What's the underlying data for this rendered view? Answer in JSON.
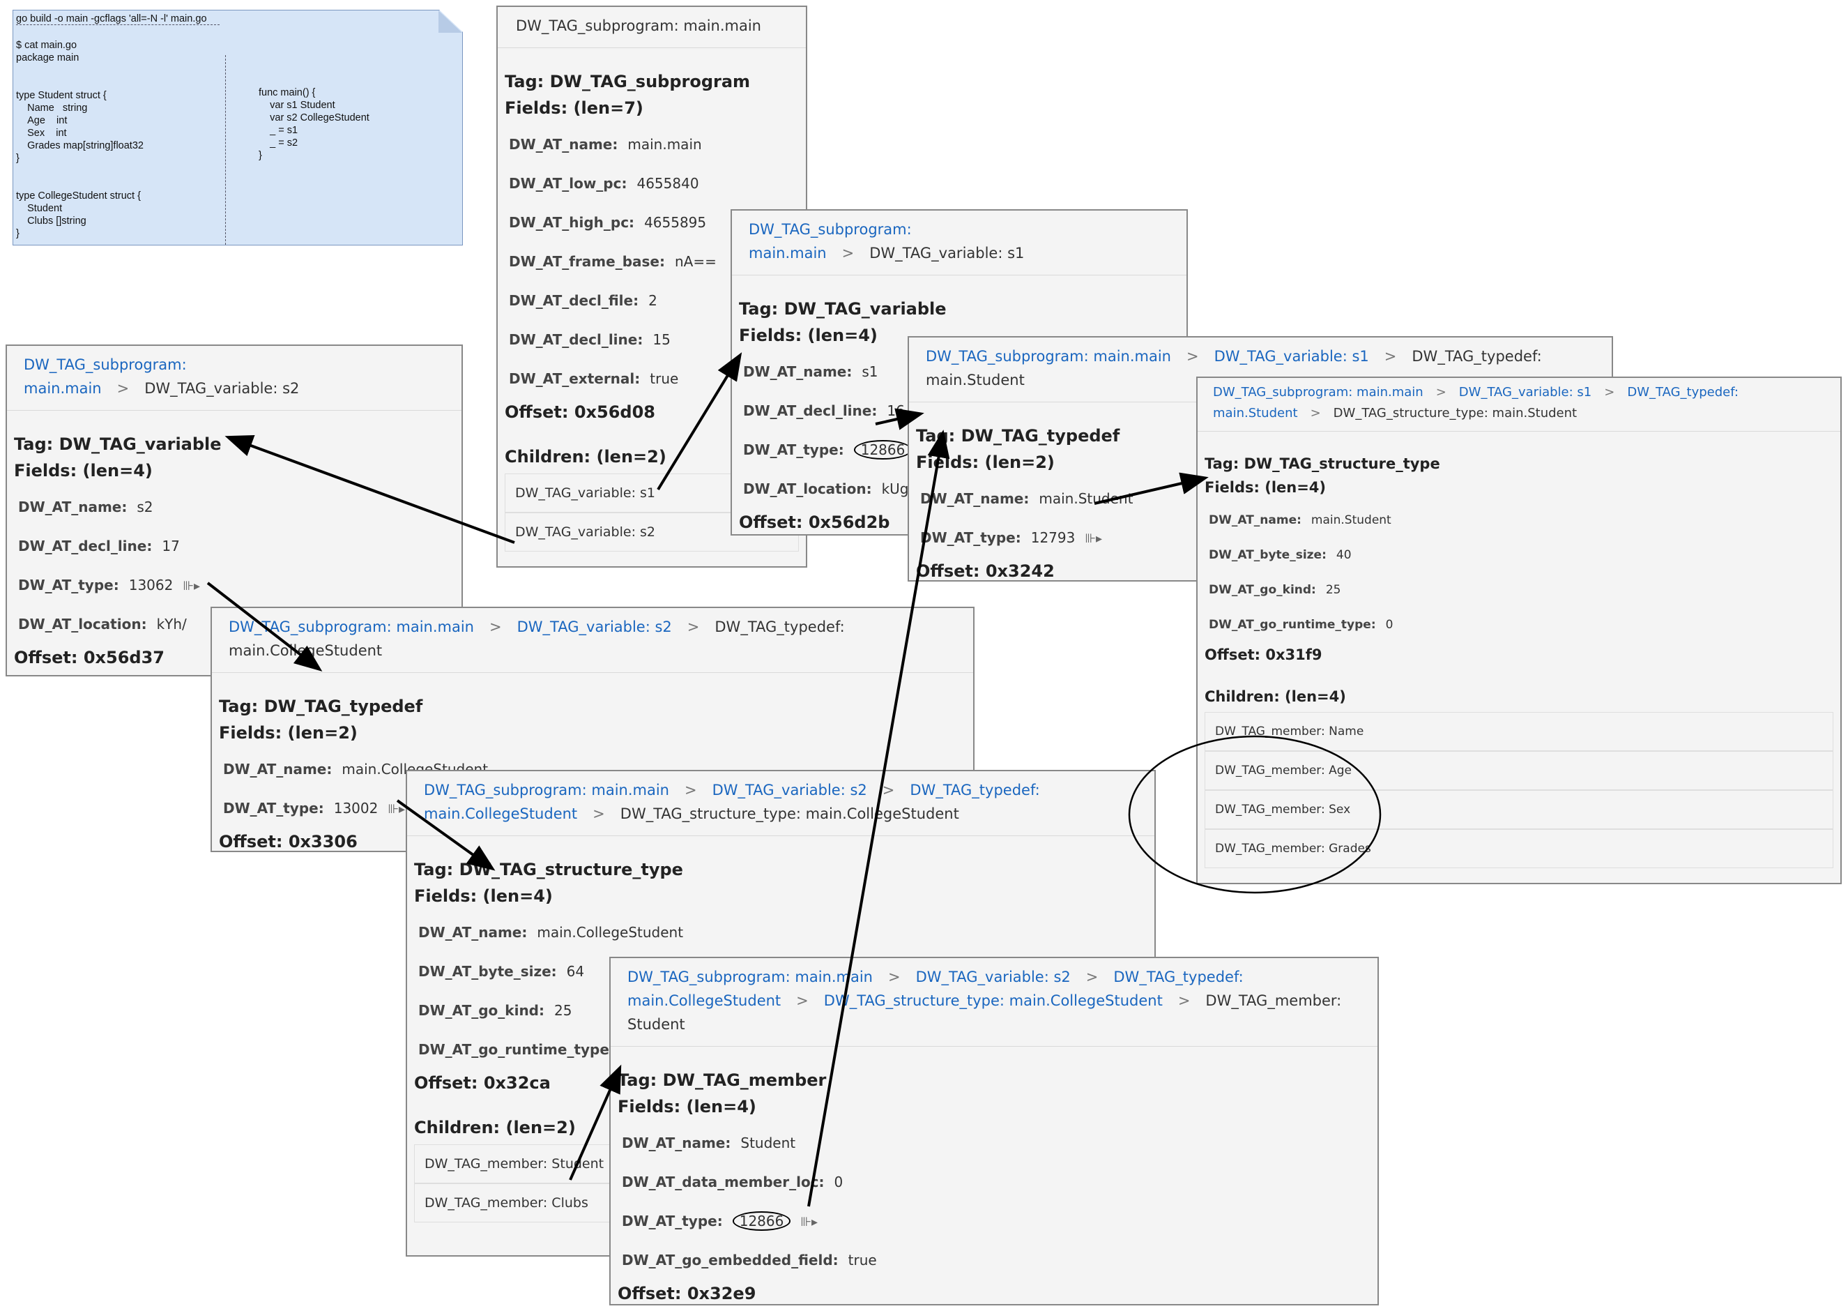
{
  "note": {
    "build_cmd": "go build -o main -gcflags 'all=-N -l' main.go",
    "cat_cmd": "$ cat main.go",
    "package_line": "package main",
    "student_struct": "type Student struct {\n\tName   string\n\tAge    int\n\tSex    int\n\tGrades map[string]float32\n}\n\n\ntype CollegeStudent struct {\n\tStudent\n\tClubs []string\n}",
    "main_func": "func main() {\n\tvar s1 Student\n\tvar s2 CollegeStudent\n\t_ = s1\n\t_ = s2\n}"
  },
  "panels": {
    "p1": {
      "header": "DW_TAG_subprogram: main.main",
      "tag": "Tag: DW_TAG_subprogram",
      "fields_len": "Fields: (len=7)",
      "fields": [
        {
          "k": "DW_AT_name:",
          "v": "main.main"
        },
        {
          "k": "DW_AT_low_pc:",
          "v": "4655840"
        },
        {
          "k": "DW_AT_high_pc:",
          "v": "4655895"
        },
        {
          "k": "DW_AT_frame_base:",
          "v": "nA=="
        },
        {
          "k": "DW_AT_decl_file:",
          "v": "2"
        },
        {
          "k": "DW_AT_decl_line:",
          "v": "15"
        },
        {
          "k": "DW_AT_external:",
          "v": "true"
        }
      ],
      "offset": "Offset: 0x56d08",
      "children_len": "Children: (len=2)",
      "children": [
        "DW_TAG_variable: s1",
        "DW_TAG_variable: s2"
      ]
    },
    "p2": {
      "crumb_link": "DW_TAG_subprogram: main.main",
      "crumb_sep": ">",
      "crumb_current": "DW_TAG_variable: s1",
      "tag": "Tag: DW_TAG_variable",
      "fields_len": "Fields: (len=4)",
      "fields": [
        {
          "k": "DW_AT_name:",
          "v": "s1"
        },
        {
          "k": "DW_AT_decl_line:",
          "v": "16"
        },
        {
          "k": "DW_AT_type:",
          "v": "12866"
        },
        {
          "k": "DW_AT_location:",
          "v": "kUg"
        }
      ],
      "offset": "Offset: 0x56d2b"
    },
    "p3": {
      "crumb_link": "DW_TAG_subprogram: main.main",
      "crumb_sep": ">",
      "crumb_current": "DW_TAG_variable: s2",
      "tag": "Tag: DW_TAG_variable",
      "fields_len": "Fields: (len=4)",
      "fields": [
        {
          "k": "DW_AT_name:",
          "v": "s2"
        },
        {
          "k": "DW_AT_decl_line:",
          "v": "17"
        },
        {
          "k": "DW_AT_type:",
          "v": "13062"
        },
        {
          "k": "DW_AT_location:",
          "v": "kYh/"
        }
      ],
      "offset": "Offset: 0x56d37"
    },
    "p4": {
      "crumb_links": [
        "DW_TAG_subprogram: main.main",
        "DW_TAG_variable: s1"
      ],
      "crumb_sep": ">",
      "crumb_current": "DW_TAG_typedef: main.Student",
      "tag": "Tag: DW_TAG_typedef",
      "fields_len": "Fields: (len=2)",
      "fields": [
        {
          "k": "DW_AT_name:",
          "v": "main.Student"
        },
        {
          "k": "DW_AT_type:",
          "v": "12793"
        }
      ],
      "offset": "Offset: 0x3242"
    },
    "p5": {
      "crumb_links": [
        "DW_TAG_subprogram: main.main",
        "DW_TAG_variable: s1",
        "DW_TAG_typedef: main.Student"
      ],
      "crumb_sep": ">",
      "crumb_current": "DW_TAG_structure_type: main.Student",
      "tag": "Tag: DW_TAG_structure_type",
      "fields_len": "Fields: (len=4)",
      "fields": [
        {
          "k": "DW_AT_name:",
          "v": "main.Student"
        },
        {
          "k": "DW_AT_byte_size:",
          "v": "40"
        },
        {
          "k": "DW_AT_go_kind:",
          "v": "25"
        },
        {
          "k": "DW_AT_go_runtime_type:",
          "v": "0"
        }
      ],
      "offset": "Offset: 0x31f9",
      "children_len": "Children: (len=4)",
      "children": [
        "DW_TAG_member: Name",
        "DW_TAG_member: Age",
        "DW_TAG_member: Sex",
        "DW_TAG_member: Grades"
      ]
    },
    "p6": {
      "crumb_links": [
        "DW_TAG_subprogram: main.main",
        "DW_TAG_variable: s2"
      ],
      "crumb_sep": ">",
      "crumb_current": "DW_TAG_typedef: main.CollegeStudent",
      "tag": "Tag: DW_TAG_typedef",
      "fields_len": "Fields: (len=2)",
      "fields": [
        {
          "k": "DW_AT_name:",
          "v": "main.CollegeStudent"
        },
        {
          "k": "DW_AT_type:",
          "v": "13002"
        }
      ],
      "offset": "Offset: 0x3306"
    },
    "p7": {
      "crumb_links": [
        "DW_TAG_subprogram: main.main",
        "DW_TAG_variable: s2",
        "DW_TAG_typedef: main.CollegeStudent"
      ],
      "crumb_sep": ">",
      "crumb_current": "DW_TAG_structure_type: main.CollegeStudent",
      "tag": "Tag: DW_TAG_structure_type",
      "fields_len": "Fields: (len=4)",
      "fields": [
        {
          "k": "DW_AT_name:",
          "v": "main.CollegeStudent"
        },
        {
          "k": "DW_AT_byte_size:",
          "v": "64"
        },
        {
          "k": "DW_AT_go_kind:",
          "v": "25"
        },
        {
          "k": "DW_AT_go_runtime_type:",
          "v": ""
        }
      ],
      "offset": "Offset: 0x32ca",
      "children_len": "Children: (len=2)",
      "children": [
        "DW_TAG_member: Student",
        "DW_TAG_member: Clubs"
      ]
    },
    "p8": {
      "crumb_links": [
        "DW_TAG_subprogram: main.main",
        "DW_TAG_variable: s2",
        "DW_TAG_typedef: main.CollegeStudent",
        "DW_TAG_structure_type: main.CollegeStudent"
      ],
      "crumb_sep": ">",
      "crumb_current": "DW_TAG_member: Student",
      "tag": "Tag: DW_TAG_member",
      "fields_len": "Fields: (len=4)",
      "fields": [
        {
          "k": "DW_AT_name:",
          "v": "Student"
        },
        {
          "k": "DW_AT_data_member_loc:",
          "v": "0"
        },
        {
          "k": "DW_AT_type:",
          "v": "12866"
        },
        {
          "k": "DW_AT_go_embedded_field:",
          "v": "true"
        }
      ],
      "offset": "Offset: 0x32e9"
    }
  },
  "arrow_glyph": "⊪▸",
  "colors": {
    "link": "#1a66bf",
    "note_bg": "#d6e5f7",
    "panel_bg": "#f4f4f4"
  }
}
